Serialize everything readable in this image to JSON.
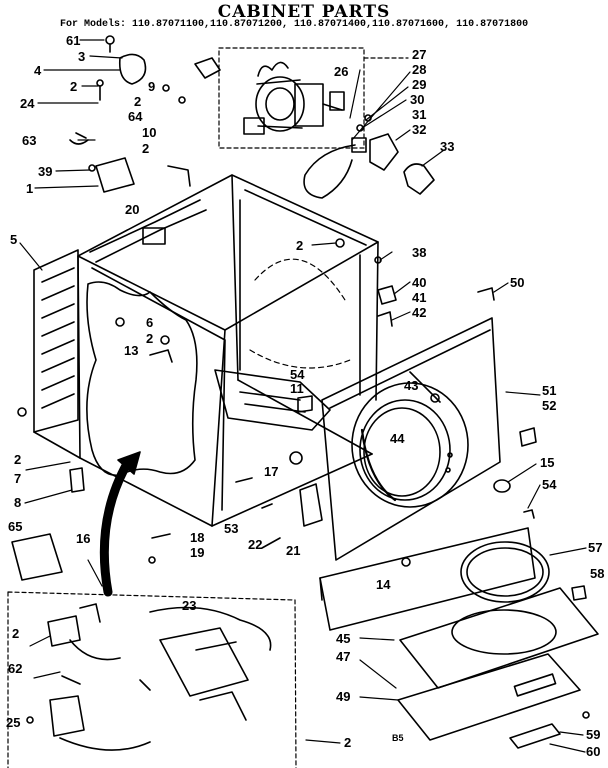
{
  "title": "CABINET PARTS",
  "subtitle": "For Models: 110.87071100,110.87071200, 110.87071400,110.87071600, 110.87071800",
  "footer_code": "B5",
  "callouts": [
    {
      "id": "c61",
      "text": "61"
    },
    {
      "id": "c3",
      "text": "3"
    },
    {
      "id": "c4",
      "text": "4"
    },
    {
      "id": "c2a",
      "text": "2"
    },
    {
      "id": "c24",
      "text": "24"
    },
    {
      "id": "c9",
      "text": "9"
    },
    {
      "id": "c2b",
      "text": "2"
    },
    {
      "id": "c64",
      "text": "64"
    },
    {
      "id": "c63",
      "text": "63"
    },
    {
      "id": "c10",
      "text": "10"
    },
    {
      "id": "c2c",
      "text": "2"
    },
    {
      "id": "c39",
      "text": "39"
    },
    {
      "id": "c1",
      "text": "1"
    },
    {
      "id": "c20",
      "text": "20"
    },
    {
      "id": "c5",
      "text": "5"
    },
    {
      "id": "c6",
      "text": "6"
    },
    {
      "id": "c2d",
      "text": "2"
    },
    {
      "id": "c13",
      "text": "13"
    },
    {
      "id": "c2e",
      "text": "2"
    },
    {
      "id": "c7",
      "text": "7"
    },
    {
      "id": "c8",
      "text": "8"
    },
    {
      "id": "c65",
      "text": "65"
    },
    {
      "id": "c16",
      "text": "16"
    },
    {
      "id": "c27",
      "text": "27"
    },
    {
      "id": "c26",
      "text": "26"
    },
    {
      "id": "c28",
      "text": "28"
    },
    {
      "id": "c29",
      "text": "29"
    },
    {
      "id": "c30",
      "text": "30"
    },
    {
      "id": "c31",
      "text": "31"
    },
    {
      "id": "c32",
      "text": "32"
    },
    {
      "id": "c33",
      "text": "33"
    },
    {
      "id": "c2f",
      "text": "2"
    },
    {
      "id": "c38",
      "text": "38"
    },
    {
      "id": "c40",
      "text": "40"
    },
    {
      "id": "c41",
      "text": "41"
    },
    {
      "id": "c42",
      "text": "42"
    },
    {
      "id": "c50",
      "text": "50"
    },
    {
      "id": "c54a",
      "text": "54"
    },
    {
      "id": "c11",
      "text": "11"
    },
    {
      "id": "c43",
      "text": "43"
    },
    {
      "id": "c51",
      "text": "51"
    },
    {
      "id": "c52",
      "text": "52"
    },
    {
      "id": "c44",
      "text": "44"
    },
    {
      "id": "c15",
      "text": "15"
    },
    {
      "id": "c17",
      "text": "17"
    },
    {
      "id": "c54b",
      "text": "54"
    },
    {
      "id": "c53",
      "text": "53"
    },
    {
      "id": "c18",
      "text": "18"
    },
    {
      "id": "c22",
      "text": "22"
    },
    {
      "id": "c19",
      "text": "19"
    },
    {
      "id": "c21",
      "text": "21"
    },
    {
      "id": "c57",
      "text": "57"
    },
    {
      "id": "c14",
      "text": "14"
    },
    {
      "id": "c58",
      "text": "58"
    },
    {
      "id": "c23",
      "text": "23"
    },
    {
      "id": "c2g",
      "text": "2"
    },
    {
      "id": "c62",
      "text": "62"
    },
    {
      "id": "c45",
      "text": "45"
    },
    {
      "id": "c47",
      "text": "47"
    },
    {
      "id": "c49",
      "text": "49"
    },
    {
      "id": "c25",
      "text": "25"
    },
    {
      "id": "c2h",
      "text": "2"
    },
    {
      "id": "c59",
      "text": "59"
    },
    {
      "id": "c60",
      "text": "60"
    }
  ]
}
